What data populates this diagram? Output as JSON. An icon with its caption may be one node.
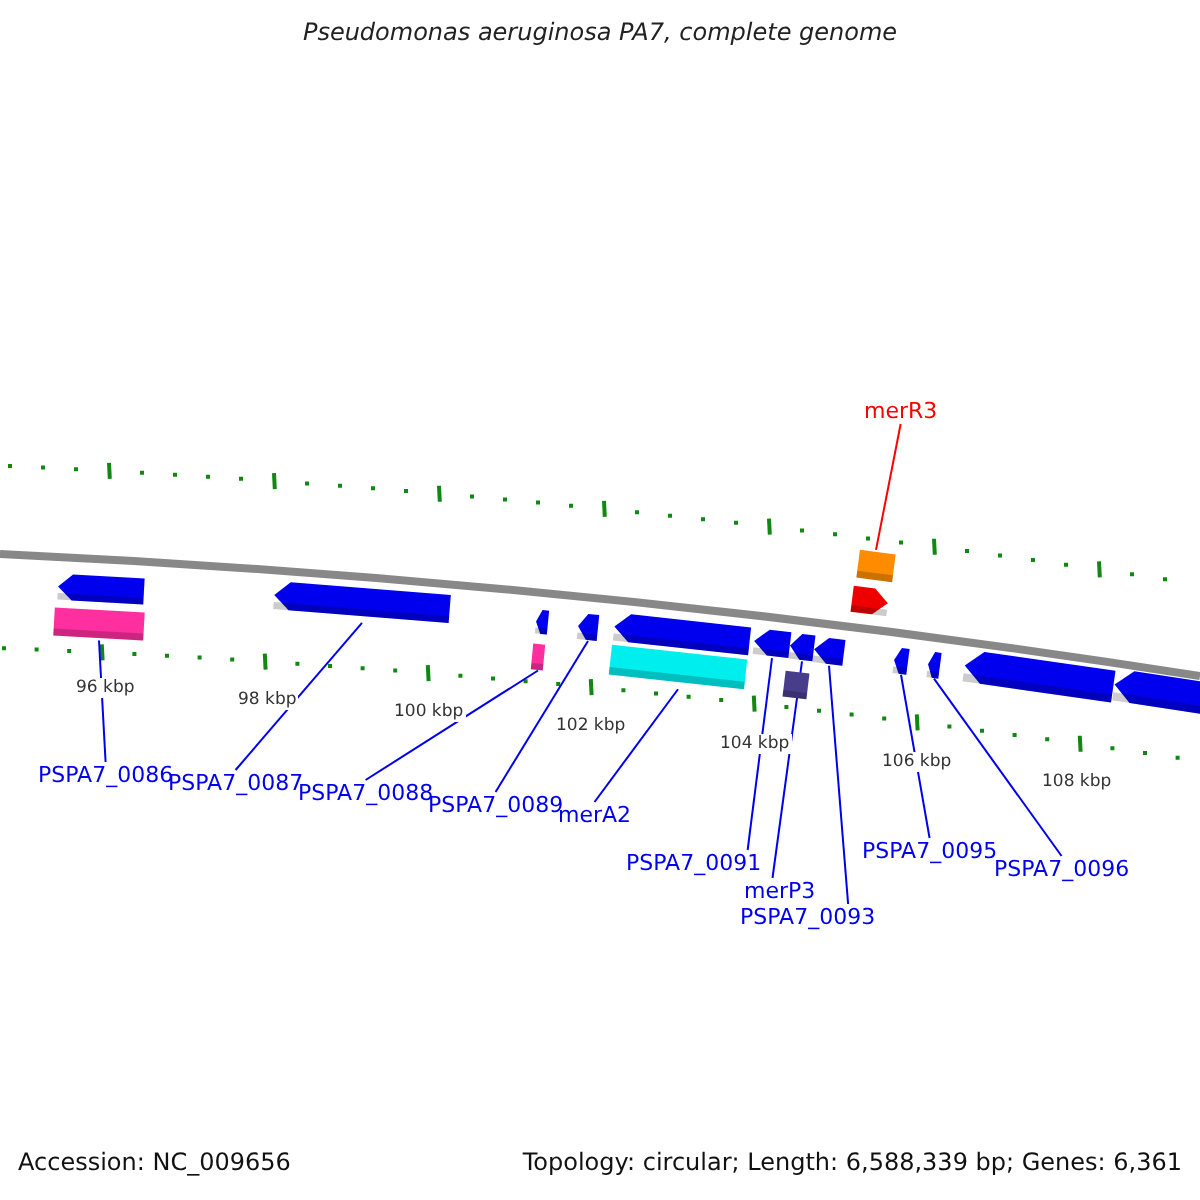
{
  "diagram": {
    "title": "Pseudomonas aeruginosa PA7, complete genome",
    "nodes": [
      {
        "text": [
          "merR3"
        ]
      },
      {
        "text": [],
        "shape": "arrow"
      },
      {
        "text": [],
        "shape": "box"
      },
      {
        "text": [],
        "shape": "arrow"
      },
      {
        "text": [],
        "shape": "arrow"
      },
      {
        "text": [],
        "shape": "box"
      },
      {
        "text": [],
        "shape": "arrow"
      },
      {
        "text": [],
        "shape": "arrow"
      },
      {
        "text": [],
        "shape": "box"
      },
      {
        "text": [],
        "shape": "box"
      },
      {
        "text": [],
        "shape": "arrow"
      },
      {
        "text": [],
        "shape": "arrow"
      },
      {
        "text": [],
        "shape": "arrow"
      },
      {
        "text": [],
        "shape": "arrow"
      },
      {
        "text": [],
        "shape": "box"
      },
      {
        "text": [],
        "shape": "arrow"
      },
      {
        "text": [],
        "shape": "arrow"
      },
      {
        "text": [],
        "shape": "arrow"
      },
      {
        "text": [],
        "shape": "arrow"
      },
      {
        "text": [
          "PSPA7_0086"
        ]
      },
      {
        "text": [
          "PSPA7_0087"
        ]
      },
      {
        "text": [
          "PSPA7_0088"
        ]
      },
      {
        "text": [
          "PSPA7_0089"
        ]
      },
      {
        "text": [
          "merA2"
        ]
      },
      {
        "text": [
          "PSPA7_0091"
        ]
      },
      {
        "text": [
          "merP3"
        ]
      },
      {
        "text": [
          "PSPA7_0093"
        ]
      },
      {
        "text": [
          "PSPA7_0095"
        ]
      },
      {
        "text": [
          "PSPA7_0096"
        ]
      }
    ],
    "edges": [
      {
        "from": 0,
        "to": 9,
        "arrow": "none",
        "color": "#ff0000"
      },
      {
        "from": 19,
        "to": 2,
        "arrow": "none"
      },
      {
        "from": 20,
        "to": 3,
        "arrow": "none"
      },
      {
        "from": 21,
        "to": 5,
        "arrow": "none"
      },
      {
        "from": 22,
        "to": 6,
        "arrow": "none"
      },
      {
        "from": 23,
        "to": 8,
        "arrow": "none"
      },
      {
        "from": 24,
        "to": 11,
        "arrow": "none"
      },
      {
        "from": 25,
        "to": 12,
        "arrow": "none"
      },
      {
        "from": 26,
        "to": 13,
        "arrow": "none"
      },
      {
        "from": 27,
        "to": 15,
        "arrow": "none"
      },
      {
        "from": 28,
        "to": 16,
        "arrow": "none"
      }
    ],
    "labels": [
      "96 kbp",
      "98 kbp",
      "100 kbp",
      "102 kbp",
      "104 kbp",
      "106 kbp",
      "108 kbp",
      "Accession: NC_009656",
      "Topology: circular; Length: 6,588,339 bp; Genes: 6,361"
    ]
  }
}
